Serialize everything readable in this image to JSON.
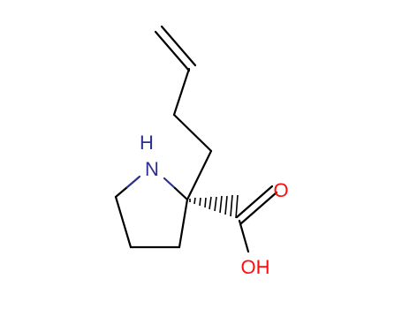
{
  "colors": {
    "background": "#ffffff",
    "bond": "#000000",
    "nitrogen": "#2f2f8f",
    "oxygen": "#ff0d0d"
  },
  "atom_labels": {
    "nitrogen": "N",
    "hydrogen_on_nitrogen": "H",
    "carbonyl_oxygen": "O",
    "hydroxyl": "OH"
  }
}
